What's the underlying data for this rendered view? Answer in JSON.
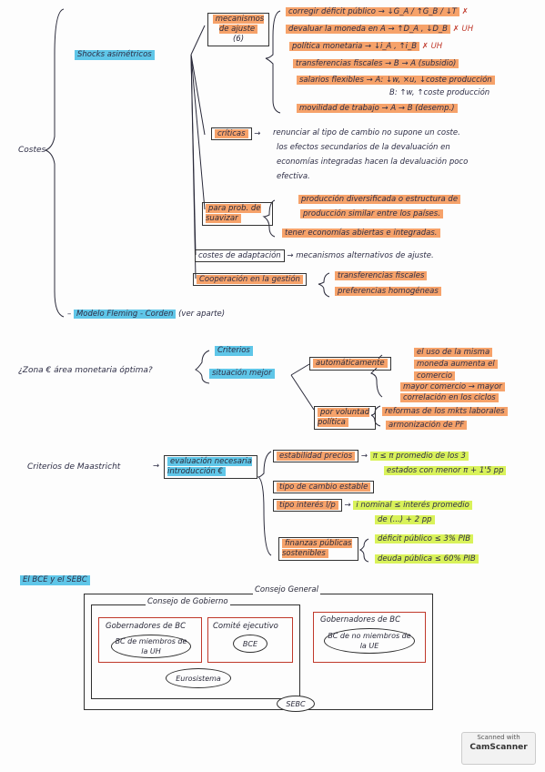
{
  "costes": {
    "title": "Costes",
    "shocks": "Shocks asimétricos",
    "mecanismos": "mecanismos de ajuste",
    "mecanismos_num": "(6)",
    "mec_items": [
      "corregir déficit público → ↓G_A / ↑G_B / ↓T",
      "devaluar la moneda en A → ↑D_A , ↓D_B",
      "política monetaria → ↓i_A , ↑i_B",
      "transferencias fiscales → B → A (subsidio)",
      "salarios flexibles → A: ↓w, ×u, ↓coste producción",
      "B: ↑w, ↑coste producción",
      "movilidad de trabajo → A → B (desemp.)"
    ],
    "mec_marks": [
      "✗",
      "✗ UH",
      "✗ UH",
      "",
      "",
      "",
      ""
    ],
    "criticas": "críticas",
    "criticas_text": [
      "renunciar al tipo de cambio no supone un coste.",
      "los efectos secundarios de la devaluación en",
      "economías integradas hacen la devaluación poco",
      "efectiva."
    ],
    "prob": "para prob. de suavizar",
    "prob_items": [
      "producción diversificada o estructura de",
      "producción similar entre los países.",
      "tener economías abiertas e integradas."
    ],
    "adaptacion": "costes de adaptación",
    "adaptacion_text": "mecanismos alternativos de ajuste.",
    "cooperacion": "Cooperación en la gestión",
    "coop_items": [
      "transferencias fiscales",
      "preferencias homogéneas"
    ],
    "fleming": "Modelo Fleming - Corden",
    "fleming_note": "(ver aparte)"
  },
  "zona": {
    "question": "¿Zona € área monetaria óptima?",
    "criterios": "Criterios",
    "situacion": "situación mejor",
    "auto": "automáticamente",
    "auto_items": [
      "el uso de la misma",
      "moneda aumenta el",
      "comercio",
      "mayor comercio → mayor",
      "correlación en los ciclos"
    ],
    "voluntad": "por voluntad política",
    "vol_items": [
      "reformas de los mkts laborales",
      "armonización de PF"
    ]
  },
  "maastricht": {
    "title": "Criterios de Maastricht",
    "evaluacion": "evaluación necesaria introducción €",
    "items": [
      {
        "label": "estabilidad precios",
        "text": "π ≤ π promedio de los 3"
      },
      {
        "label": "",
        "text": "estados con menor π + 1'5 pp"
      },
      {
        "label": "tipo de cambio estable",
        "text": ""
      },
      {
        "label": "tipo interés l/p",
        "text": "i nominal ≤ interés promedio"
      },
      {
        "label": "",
        "text": "de (...) + 2 pp"
      },
      {
        "label": "finanzas públicas sostenibles",
        "text": "déficit público ≤ 3% PIB"
      },
      {
        "label": "",
        "text": "deuda pública ≤ 60% PIB"
      }
    ]
  },
  "bce": {
    "title": "El BCE y el SEBC",
    "consejo_general": "Consejo General",
    "consejo_gobierno": "Consejo de Gobierno",
    "gob_bc": "Gobernadores de BC",
    "bc_uh": "BC de miembros de la UH",
    "comite": "Comité ejecutivo",
    "bce": "BCE",
    "gob_bc2": "Gobernadores de BC",
    "bc_ue": "BC de no miembros de la UE",
    "eurosistema": "Eurosistema",
    "sebc": "SEBC"
  },
  "scanner": {
    "scanned": "Scanned with",
    "brand": "CamScanner"
  },
  "colors": {
    "blue": "#5fc6e8",
    "orange": "#f6a26a",
    "green": "#d9f25a",
    "red": "#c0392b"
  }
}
